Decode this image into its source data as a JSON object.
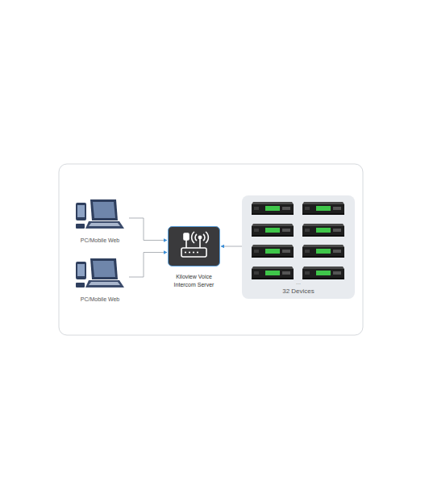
{
  "diagram": {
    "nodes": [
      {
        "text": [
          "PC/Mobile Web"
        ]
      },
      {
        "text": [
          "PC/Mobile Web"
        ]
      },
      {
        "text": [
          "Kiloview Voice Intercom Server"
        ]
      },
      {
        "text": [
          "...",
          "32 Devices"
        ]
      }
    ],
    "edges": [
      {
        "from": 0,
        "to": 2,
        "arrow": "to"
      },
      {
        "from": 1,
        "to": 2,
        "arrow": "to"
      },
      {
        "from": 3,
        "to": 2,
        "arrow": "to"
      }
    ]
  }
}
